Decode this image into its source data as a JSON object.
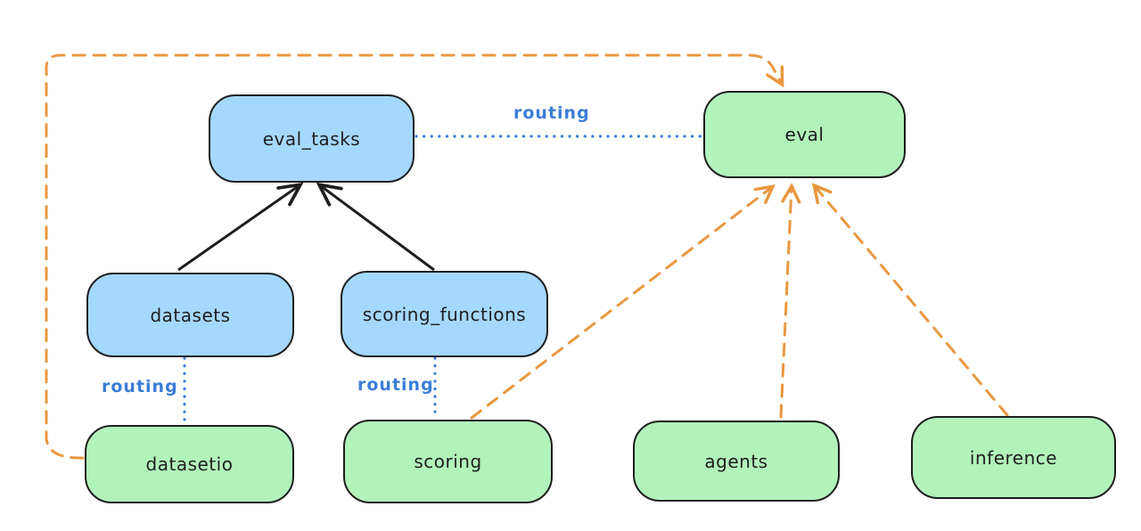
{
  "nodes": {
    "eval_tasks": {
      "label": "eval_tasks",
      "fill": "blue"
    },
    "eval": {
      "label": "eval",
      "fill": "green"
    },
    "datasets": {
      "label": "datasets",
      "fill": "blue"
    },
    "scoring_functions": {
      "label": "scoring_functions",
      "fill": "blue"
    },
    "datasetio": {
      "label": "datasetio",
      "fill": "green"
    },
    "scoring": {
      "label": "scoring",
      "fill": "green"
    },
    "agents": {
      "label": "agents",
      "fill": "green"
    },
    "inference": {
      "label": "inference",
      "fill": "green"
    }
  },
  "edges": [
    {
      "from": "datasets",
      "to": "eval_tasks",
      "style": "solid-black-arrow",
      "label": ""
    },
    {
      "from": "scoring_functions",
      "to": "eval_tasks",
      "style": "solid-black-arrow",
      "label": ""
    },
    {
      "from": "eval_tasks",
      "to": "eval",
      "style": "dotted-blue",
      "label": "routing"
    },
    {
      "from": "datasets",
      "to": "datasetio",
      "style": "dotted-blue",
      "label": "routing"
    },
    {
      "from": "scoring_functions",
      "to": "scoring",
      "style": "dotted-blue",
      "label": "routing"
    },
    {
      "from": "datasetio",
      "to": "eval",
      "style": "dashed-orange-arrow",
      "label": ""
    },
    {
      "from": "scoring",
      "to": "eval",
      "style": "dashed-orange-arrow",
      "label": ""
    },
    {
      "from": "agents",
      "to": "eval",
      "style": "dashed-orange-arrow",
      "label": ""
    },
    {
      "from": "inference",
      "to": "eval",
      "style": "dashed-orange-arrow",
      "label": ""
    }
  ],
  "colors": {
    "node_blue_fill": "#a5d8ff",
    "node_green_fill": "#b2f2bb",
    "node_border": "#1e1e1e",
    "edge_black": "#1e1e1e",
    "edge_blue": "#3b7dd8",
    "edge_orange": "#e9973f",
    "canvas_bg": "#ffffff"
  }
}
